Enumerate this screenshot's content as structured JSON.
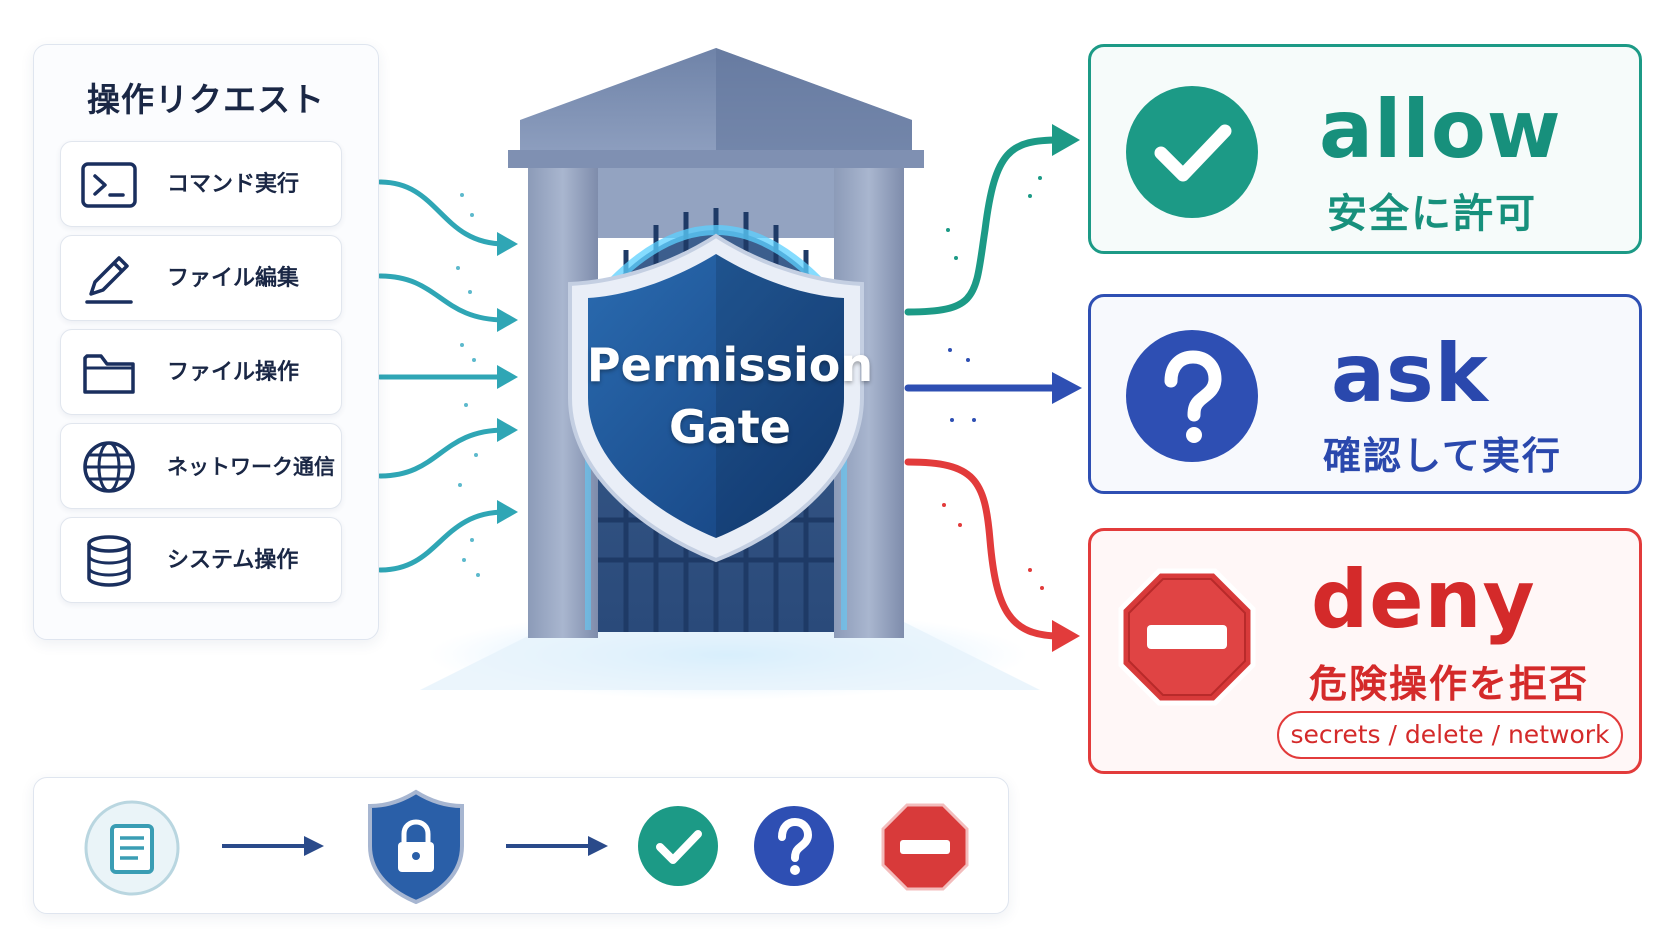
{
  "requests": {
    "title": "操作リクエスト",
    "items": [
      {
        "label": "コマンド実行",
        "icon": "terminal-icon"
      },
      {
        "label": "ファイル編集",
        "icon": "pencil-icon"
      },
      {
        "label": "ファイル操作",
        "icon": "folder-icon"
      },
      {
        "label": "ネットワーク通信",
        "icon": "globe-icon"
      },
      {
        "label": "システム操作",
        "icon": "database-icon"
      }
    ]
  },
  "gate": {
    "line1": "Permission",
    "line2": "Gate"
  },
  "results": {
    "allow": {
      "word": "allow",
      "sub": "安全に許可",
      "color": "#17907c",
      "icon": "check-icon"
    },
    "ask": {
      "word": "ask",
      "sub": "確認して実行",
      "color": "#2a48ad",
      "icon": "question-icon"
    },
    "deny": {
      "word": "deny",
      "sub": "危険操作を拒否",
      "tags": "secrets / delete / network",
      "color": "#d42a2a",
      "icon": "stop-icon"
    }
  },
  "flow": {
    "icons": [
      "document-icon",
      "arrow-right-icon",
      "lock-shield-icon",
      "arrow-right-icon",
      "check-icon",
      "question-icon",
      "stop-icon"
    ]
  }
}
